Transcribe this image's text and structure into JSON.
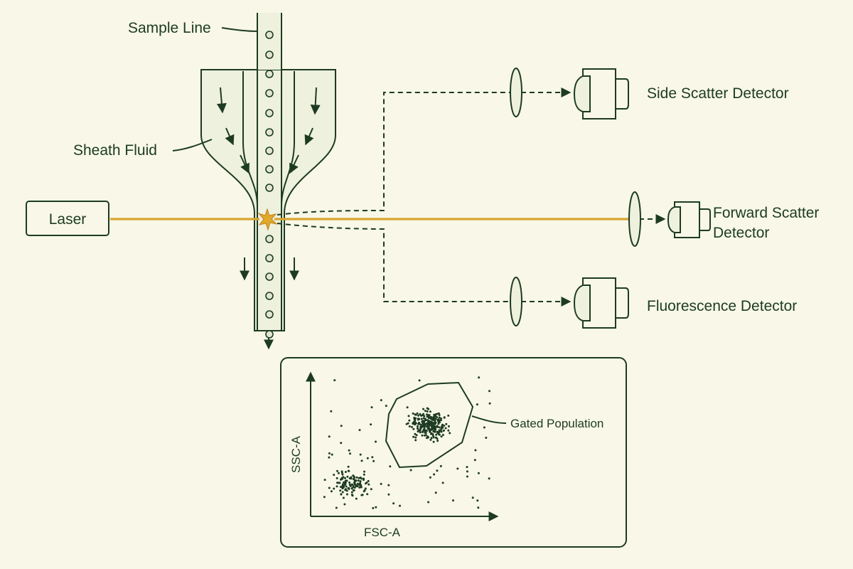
{
  "labels": {
    "sample_line": "Sample Line",
    "sheath_fluid": "Sheath Fluid",
    "laser": "Laser",
    "side_scatter_detector": "Side Scatter Detector",
    "forward_scatter_line1": "Forward Scatter",
    "forward_scatter_line2": "Detector",
    "fluorescence_detector": "Fluorescence Detector"
  },
  "plot": {
    "xlabel": "FSC-A",
    "ylabel": "SSC-A",
    "gate_label": "Gated Population"
  },
  "colors": {
    "background": "#f8f7e8",
    "ink": "#1d3b22",
    "laser": "#d9a530",
    "fluid": "#eef1dd"
  }
}
